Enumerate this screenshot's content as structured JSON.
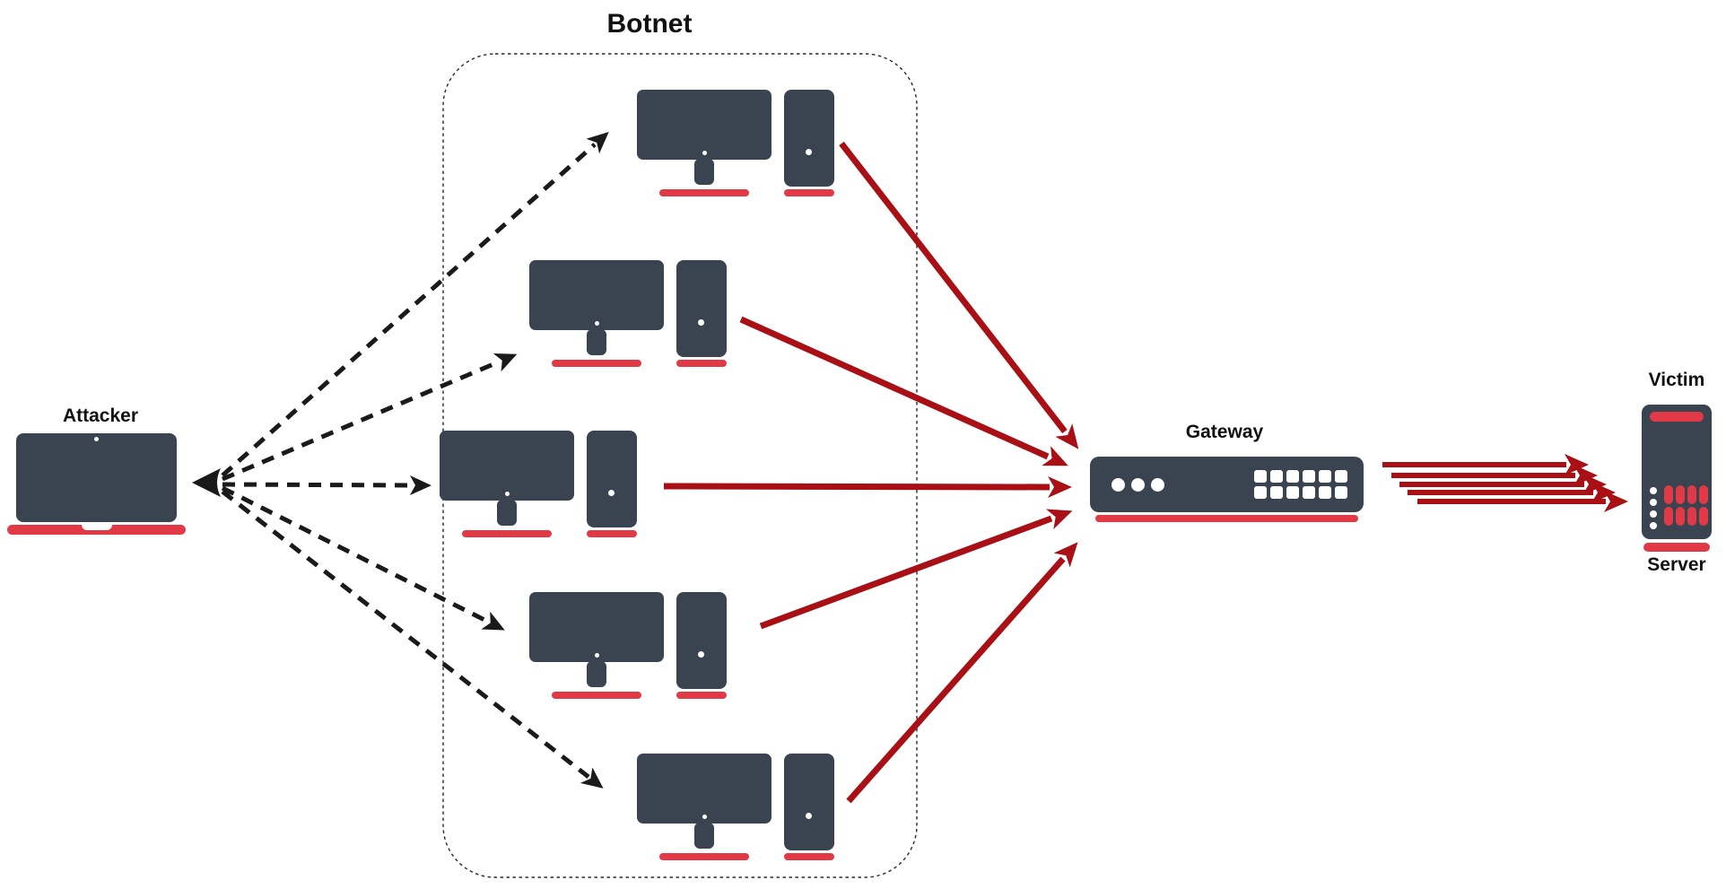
{
  "diagram": {
    "type": "network-attack-diagram",
    "labels": {
      "attacker": "Attacker",
      "botnet": "Botnet",
      "gateway": "Gateway",
      "victim": "Victim",
      "server": "Server"
    },
    "botnet": {
      "bot_count": 5,
      "node_type": "desktop-workstation"
    },
    "flows": [
      {
        "from": "Attacker",
        "to": "Botnet bots",
        "style": "dashed-black-arrow",
        "count": 5
      },
      {
        "from": "Botnet bots",
        "to": "Gateway",
        "style": "solid-dark-red-arrow",
        "count": 5
      },
      {
        "from": "Gateway",
        "to": "Victim Server",
        "style": "solid-dark-red-arrow",
        "count": 5
      }
    ],
    "colors": {
      "device": "#394450",
      "accent_red": "#e13a46",
      "arrow_red": "#a81016",
      "arrow_black": "#1a1a1a",
      "label_black": "#111111"
    }
  }
}
